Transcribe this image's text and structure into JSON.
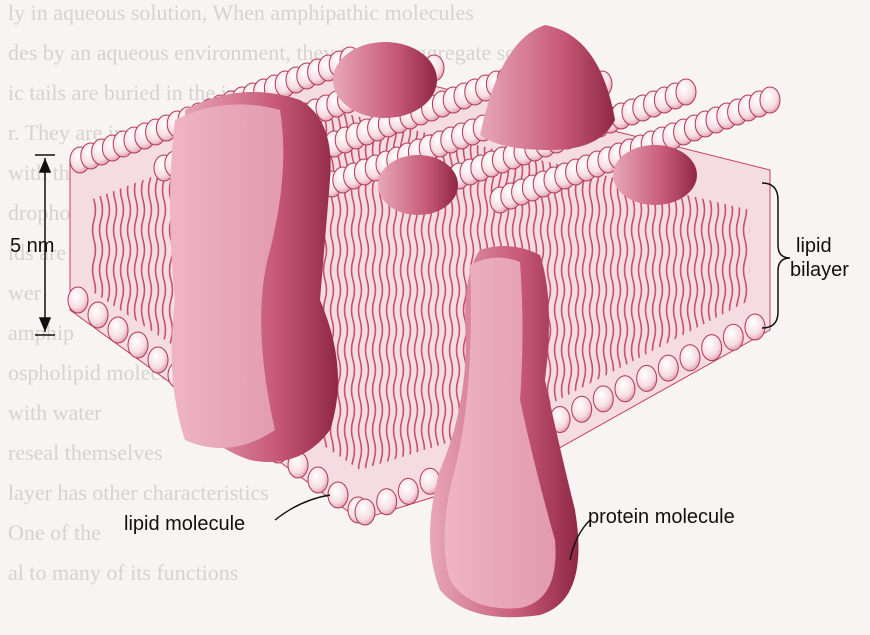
{
  "figure": {
    "scale_label": "5 nm",
    "bilayer_label_line1": "lipid",
    "bilayer_label_line2": "bilayer",
    "lipid_molecule_label": "lipid molecule",
    "protein_molecule_label": "protein molecule",
    "colors": {
      "membrane_fill": "#f4dce2",
      "head_fill": "#fbeef1",
      "head_stroke": "#b03a57",
      "tail_stroke": "#c2405f",
      "protein_light": "#e8a7b8",
      "protein_mid": "#c75a78",
      "protein_dark": "#8f2744",
      "background": "#f7f4f3"
    },
    "background_text_lines": [
      "ly in aqueous solution, When amphipathic molecules",
      "des by an aqueous environment, they tend to aggregate so",
      "ic tails are buried in the interior",
      "r. They are in contact",
      "with the",
      "drophobic",
      "ids are",
      "wer",
      "amphip",
      "ospholipid molecule in the",
      "with water",
      "reseal themselves",
      "layer has other characteristics",
      "One of the",
      "al to many of its functions"
    ]
  }
}
